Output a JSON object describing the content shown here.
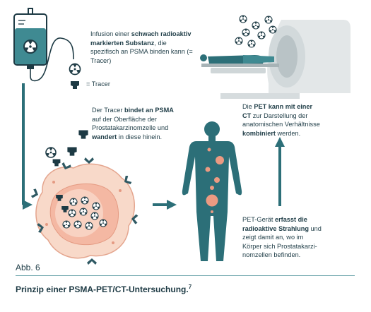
{
  "colors": {
    "teal": "#2c6f78",
    "teal_light": "#3f8a92",
    "dark": "#1d3a44",
    "cell_fill": "#f8d9c9",
    "cell_edge": "#e4a58e",
    "nucleus": "#f4b8a3",
    "spot": "#ed9a82",
    "scanner": "#dfe2e3"
  },
  "icons": [
    "infusion-bag-icon",
    "radiation-symbol-icon",
    "tracer-marker-icon",
    "pet-ct-scanner-icon",
    "human-body-icon",
    "tumor-cell-icon"
  ],
  "texts": {
    "infusion": [
      "Infusion einer ",
      "schwach radioaktiv markierten Substanz",
      ", die spezifisch an PSMA binden kann (= Tracer)"
    ],
    "tracer_legend": "= Tracer",
    "binding": [
      "Der Tracer ",
      "bindet an PSMA",
      " auf der Oberfläche der Prostatakarzinomzelle und ",
      "wandert",
      " in diese hinein."
    ],
    "pet_ct": [
      "Die ",
      "PET kann mit einer CT",
      " zur Darstellung der anatomischen Verhältnisse ",
      "kombiniert",
      " werden."
    ],
    "detector": [
      "PET-Gerät ",
      "erfasst die radioaktive Strahlung",
      " und zeigt damit an, wo im Körper sich Prostatakarzi-nomzellen befinden."
    ]
  },
  "figure": {
    "label": "Abb. 6",
    "caption": "Prinzip einer PSMA-PET/CT-Untersuchung.",
    "footnote": "7"
  }
}
